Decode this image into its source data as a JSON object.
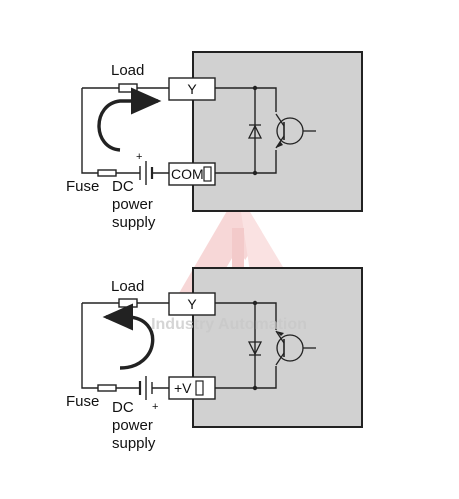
{
  "colors": {
    "module_fill": "#d1d1d1",
    "line": "#222222",
    "watermark_red": "#e05a5a"
  },
  "watermark": {
    "text": "Industry Automation"
  },
  "top_circuit": {
    "load_label": "Load",
    "output_terminal": "Y",
    "common_terminal": "COM",
    "fuse_label": "Fuse",
    "supply_label_line1": "DC",
    "supply_label_line2": "power",
    "supply_label_line3": "supply",
    "polarity_mark": "+"
  },
  "bottom_circuit": {
    "load_label": "Load",
    "output_terminal": "Y",
    "common_terminal": "+V",
    "fuse_label": "Fuse",
    "supply_label_line1": "DC",
    "supply_label_line2": "power",
    "supply_label_line3": "supply",
    "polarity_mark": "+"
  }
}
